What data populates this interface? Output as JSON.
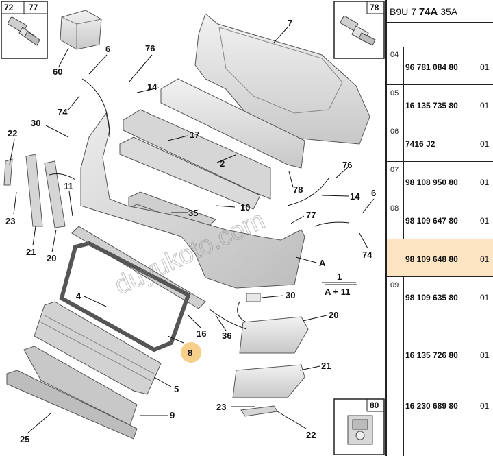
{
  "header": {
    "seg1": "B9U 7 ",
    "seg2": "74A",
    "seg3": " 35A"
  },
  "boxes": {
    "b72": "72",
    "b77": "77",
    "b78": "78",
    "b80": "80"
  },
  "labels": {
    "l60": "60",
    "l6a": "6",
    "l76a": "76",
    "l7": "7",
    "l14a": "14",
    "l74a": "74",
    "l30a": "30",
    "l17": "17",
    "l22a": "22",
    "l2": "2",
    "l76b": "76",
    "l11": "11",
    "l78": "78",
    "l14b": "14",
    "l6b": "6",
    "l35": "35",
    "l10": "10",
    "l77": "77",
    "l23a": "23",
    "l21a": "21",
    "l20a": "20",
    "l74b": "74",
    "lA": "A",
    "l1": "1",
    "lA11": "A + 11",
    "l4": "4",
    "l30b": "30",
    "l20b": "20",
    "l16": "16",
    "l36": "36",
    "l8": "8",
    "l21b": "21",
    "l5": "5",
    "l25": "25",
    "l23b": "23",
    "l9": "9",
    "l22b": "22"
  },
  "watermark": "duyukoto.com",
  "parts": [
    {
      "idx": "04",
      "ref": "96 781 084 80",
      "qty": "01"
    },
    {
      "idx": "05",
      "ref": "16 135 735 80",
      "qty": "01"
    },
    {
      "idx": "06",
      "ref": "7416 J2",
      "qty": "01"
    },
    {
      "idx": "07",
      "ref": "98 108 950 80",
      "qty": "01"
    },
    {
      "idx": "08",
      "ref": "98 109 647 80",
      "qty": "01"
    },
    {
      "idx": "",
      "ref": "98 109 648 80",
      "qty": "01"
    },
    {
      "idx": "09",
      "ref": "98 109 635 80",
      "qty": "01"
    },
    {
      "idx": "",
      "ref": "16 135 726 80",
      "qty": "01"
    },
    {
      "idx": "",
      "ref": "16 230 689 80",
      "qty": "01"
    }
  ],
  "colors": {
    "highlight": "#fde5c3",
    "callout": "#f6cf8a",
    "line": "#222222"
  }
}
